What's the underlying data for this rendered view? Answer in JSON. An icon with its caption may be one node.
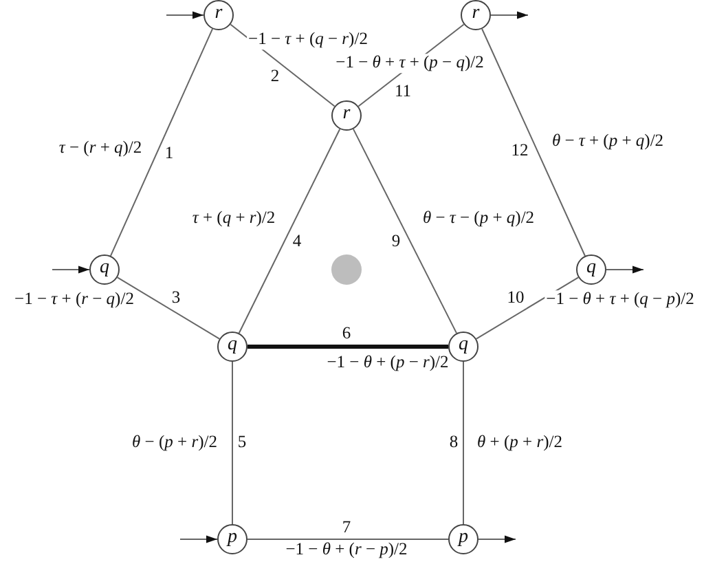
{
  "diagram": {
    "nodes": [
      {
        "text": [
          "r"
        ]
      },
      {
        "text": [
          "r"
        ]
      },
      {
        "text": [
          "r"
        ]
      },
      {
        "text": [
          "q"
        ]
      },
      {
        "text": [
          "q"
        ]
      },
      {
        "text": [
          "q"
        ]
      },
      {
        "text": [
          "q"
        ]
      },
      {
        "text": [
          "p"
        ]
      },
      {
        "text": [
          "p"
        ]
      }
    ],
    "edges": [
      {
        "from": 0,
        "to": 3,
        "arrow": "none",
        "label": "*τ* − (*r* + *q*)/2"
      },
      {
        "from": 0,
        "to": 2,
        "arrow": "none",
        "label": "−1 − *τ* + (*q* − *r*)/2"
      },
      {
        "from": 3,
        "to": 5,
        "arrow": "none",
        "label": "−1 − *τ* + (*r* − *q*)/2"
      },
      {
        "from": 2,
        "to": 5,
        "arrow": "none",
        "label": "*τ* + (*q* + *r*)/2"
      },
      {
        "from": 5,
        "to": 7,
        "arrow": "none",
        "label": "*θ* − (*p* + *r*)/2"
      },
      {
        "from": 5,
        "to": 6,
        "arrow": "none",
        "label": "−1 − *θ* + (*p* − *r*)/2",
        "style": "thick"
      },
      {
        "from": 7,
        "to": 8,
        "arrow": "none",
        "label": "−1 − *θ* + (*r* − *p*)/2"
      },
      {
        "from": 6,
        "to": 8,
        "arrow": "none",
        "label": "*θ* + (*p* + *r*)/2"
      },
      {
        "from": 2,
        "to": 6,
        "arrow": "none",
        "label": "*θ* − *τ* − (*p* + *q*)/2"
      },
      {
        "from": 6,
        "to": 4,
        "arrow": "none",
        "label": "−1 − *θ* + *τ* + (*q* − *p*)/2"
      },
      {
        "from": 2,
        "to": 1,
        "arrow": "none",
        "label": "−1 − *θ* + *τ* + (*p* − *q*)/2"
      },
      {
        "from": 1,
        "to": 4,
        "arrow": "none",
        "label": "*θ* − *τ* + (*p* + *q*)/2"
      },
      {
        "from": null,
        "to": 0,
        "arrow": "to"
      },
      {
        "from": 1,
        "to": null,
        "arrow": "to"
      },
      {
        "from": null,
        "to": 3,
        "arrow": "to"
      },
      {
        "from": 4,
        "to": null,
        "arrow": "to"
      },
      {
        "from": null,
        "to": 7,
        "arrow": "to"
      },
      {
        "from": 8,
        "to": null,
        "arrow": "to"
      }
    ],
    "labels": [
      "2",
      "11",
      "1",
      "12",
      "4",
      "9",
      "3",
      "10",
      "6",
      "5",
      "8",
      "7"
    ]
  }
}
